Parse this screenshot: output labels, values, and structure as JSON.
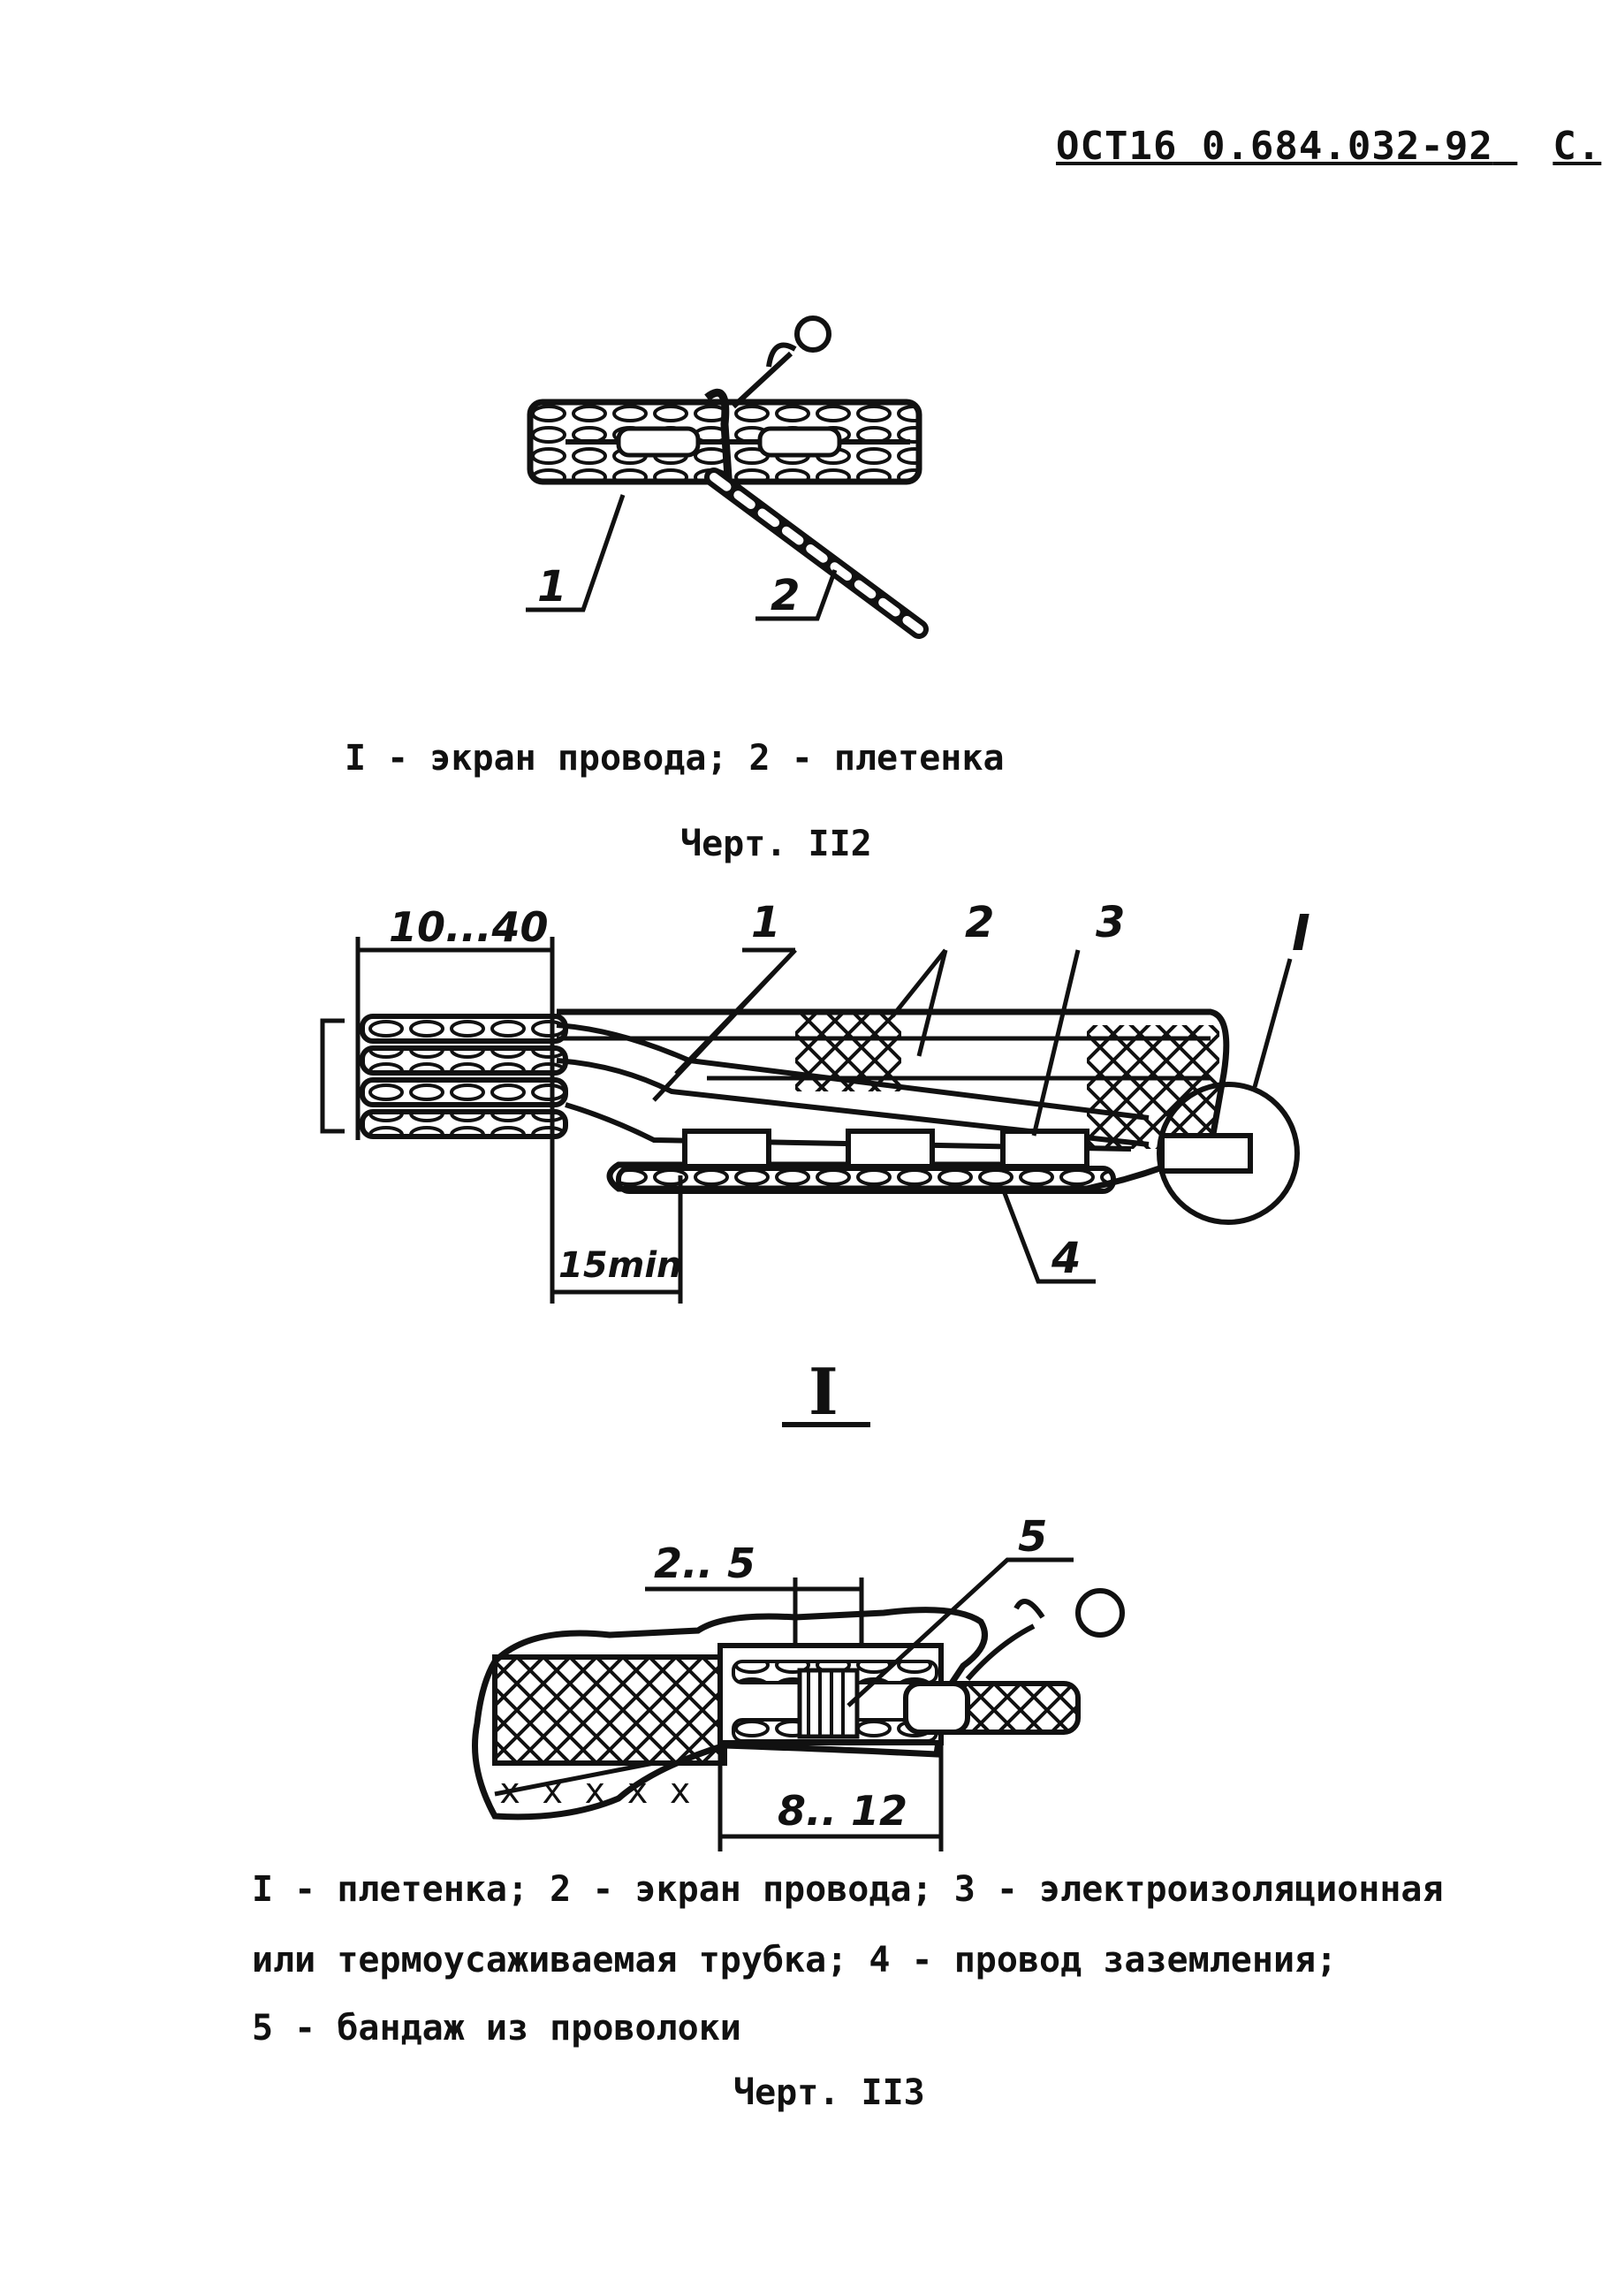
{
  "header": {
    "doc_code": "ОСТ16 0.684.032-92",
    "page_mark": "С."
  },
  "figure112": {
    "labels": [
      "1",
      "2"
    ],
    "legend": "I - экран провода;  2 - плетенка",
    "title": "Черт. II2"
  },
  "figure113": {
    "dims": {
      "left": "10...40",
      "bottom": "15min"
    },
    "labels": [
      "1",
      "2",
      "3",
      "4"
    ],
    "detail_mark": "I",
    "detail_title": "I"
  },
  "detail": {
    "dims": {
      "top": "2.. 5",
      "bottom": "8.. 12"
    },
    "labels": [
      "5"
    ]
  },
  "legend113": {
    "lines": [
      "I - плетенка; 2 - экран провода; 3 - электроизоляционная",
      "или термоусаживаемая трубка; 4 - провод заземления;",
      "5 - бандаж из проволоки"
    ],
    "title": "Черт. II3"
  }
}
